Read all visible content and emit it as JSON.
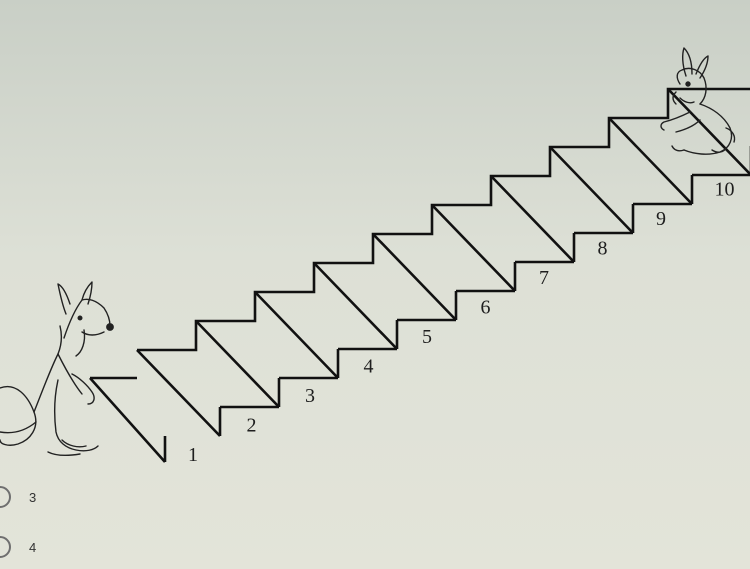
{
  "puzzle": {
    "step_numbers": [
      "1",
      "2",
      "3",
      "4",
      "5",
      "6",
      "7",
      "8",
      "9",
      "10"
    ],
    "characters": [
      "kangaroo",
      "rabbit"
    ]
  },
  "options": [
    {
      "label": "3",
      "selected": false
    },
    {
      "label": "4",
      "selected": false
    }
  ],
  "colors": {
    "line": "#111111",
    "background": "#dfe1d7"
  }
}
